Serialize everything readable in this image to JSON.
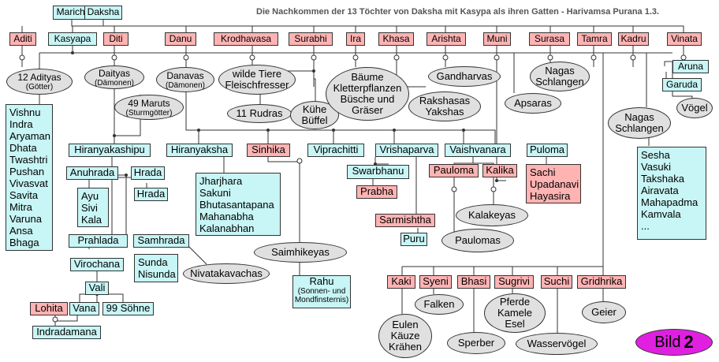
{
  "title": "Die Nachkommen der 13 Töchter von Daksha mit Kasypa als ihren Gatten - Harivamsa Purana 1.3.",
  "badge": {
    "label": "Bild",
    "number": "2"
  },
  "nodes": {
    "marichi": "Marichi",
    "daksha": "Daksha",
    "kasyapa": "Kasyapa",
    "aditi": "Aditi",
    "diti": "Diti",
    "danu": "Danu",
    "krodhavasa": "Krodhavasa",
    "surabhi": "Surabhi",
    "ira": "Ira",
    "khasa": "Khasa",
    "arishta": "Arishta",
    "muni": "Muni",
    "surasa": "Surasa",
    "tamra": "Tamra",
    "kadru": "Kadru",
    "vinata": "Vinata",
    "adityas_1": "12 Adityas",
    "adityas_2": "(Götter)",
    "daityas_1": "Daityas",
    "daityas_2": "(Dämonen)",
    "danavas_1": "Danavas",
    "danavas_2": "(Dämonen)",
    "maruts_1": "49 Maruts",
    "maruts_2": "(Sturmgötter)",
    "wilde_1": "wilde Tiere",
    "wilde_2": "Fleischfresser",
    "rudras": "11 Rudras",
    "kuehe_1": "Kühe",
    "kuehe_2": "Büffel",
    "baeume_1": "Bäume",
    "baeume_2": "Kletterpflanzen",
    "baeume_3": "Büsche und",
    "baeume_4": "Gräser",
    "raksh_1": "Rakshasas",
    "raksh_2": "Yakshas",
    "gandharvas": "Gandharvas",
    "apsaras": "Apsaras",
    "nagas1_1": "Nagas",
    "nagas1_2": "Schlangen",
    "aruna": "Aruna",
    "garuda": "Garuda",
    "voegel": "Vögel",
    "nagas2_1": "Nagas",
    "nagas2_2": "Schlangen",
    "adityas_list": [
      "Vishnu",
      "Indra",
      "Aryaman",
      "Dhata",
      "Twashtri",
      "Pushan",
      "Vivasvat",
      "Savita",
      "Mitra",
      "Varuna",
      "Ansa",
      "Bhaga"
    ],
    "nagas_list": [
      "Sesha",
      "Vasuki",
      "Takshaka",
      "Airavata",
      "Mahapadma",
      "Kamvala",
      "..."
    ],
    "hiranyakashipu": "Hiranyakashipu",
    "hiranyaksha": "Hiranyaksha",
    "sinhika": "Sinhika",
    "viprachitti": "Viprachitti",
    "vrishaparva": "Vrishaparva",
    "vaishvanara": "Vaishvanara",
    "puloma": "Puloma",
    "anuhrada": "Anuhrada",
    "hrada1": "Hrada",
    "hrada2": "Hrada",
    "ayu_list": [
      "Ayu",
      "Sivi",
      "Kala"
    ],
    "jhar_list": [
      "Jharjhara",
      "Sakuni",
      "Bhutasantapana",
      "Mahanabha",
      "Kalanabhan"
    ],
    "swarbhanu": "Swarbhanu",
    "prabha": "Prabha",
    "pauloma": "Pauloma",
    "kalika": "Kalika",
    "sachi_list": [
      "Sachi",
      "Upadanavi",
      "Hayasira"
    ],
    "kalakeyas": "Kalakeyas",
    "paulomas": "Paulomas",
    "sarmishtha": "Sarmishtha",
    "puru": "Puru",
    "prahlada": "Prahlada",
    "samhrada": "Samhrada",
    "sunda_list": [
      "Sunda",
      "Nisunda"
    ],
    "nivata": "Nivatakavachas",
    "saimhikeyas": "Saimhikeyas",
    "rahu_1": "Rahu",
    "rahu_2": "(Sonnen- und",
    "rahu_3": "Mondfinsternis)",
    "virochana": "Virochana",
    "vali": "Vali",
    "lohita": "Lohita",
    "vana": "Vana",
    "soehne": "99 Söhne",
    "indradamana": "Indradamana",
    "kaki": "Kaki",
    "syeni": "Syeni",
    "bhasi": "Bhasi",
    "sugrivi": "Sugrivi",
    "suchi": "Suchi",
    "gridhrika": "Gridhrika",
    "falken": "Falken",
    "pferde_1": "Pferde",
    "pferde_2": "Kamele",
    "pferde_3": "Esel",
    "geier": "Geier",
    "eulen_1": "Eulen",
    "eulen_2": "Käuze",
    "eulen_3": "Krähen",
    "sperber": "Sperber",
    "wasser": "Wasservögel"
  }
}
